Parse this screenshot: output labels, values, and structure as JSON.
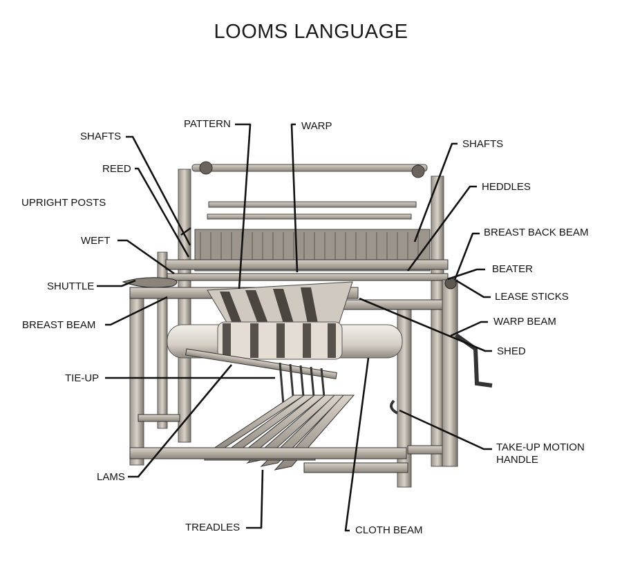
{
  "title": "LOOMS LANGUAGE",
  "labels": {
    "shafts_left": "SHAFTS",
    "pattern": "PATTERN",
    "warp": "WARP",
    "shafts_right": "SHAFTS",
    "reed": "REED",
    "heddles": "HEDDLES",
    "upright_posts": "UPRIGHT POSTS",
    "breast_back_beam": "BREAST BACK BEAM",
    "weft": "WEFT",
    "beater": "BEATER",
    "shuttle": "SHUTTLE",
    "lease_sticks": "LEASE STICKS",
    "breast_beam": "BREAST BEAM",
    "warp_beam": "WARP BEAM",
    "shed": "SHED",
    "tie_up": "TIE-UP",
    "take_up_motion_handle": "TAKE-UP MOTION HANDLE",
    "lams": "LAMS",
    "treadles": "TREADLES",
    "cloth_beam": "CLOTH BEAM"
  },
  "colors": {
    "ink": "#111111",
    "wood_light": "#cfc8bd",
    "wood_dark": "#6e6860",
    "cloth": "#e6e1d8"
  }
}
